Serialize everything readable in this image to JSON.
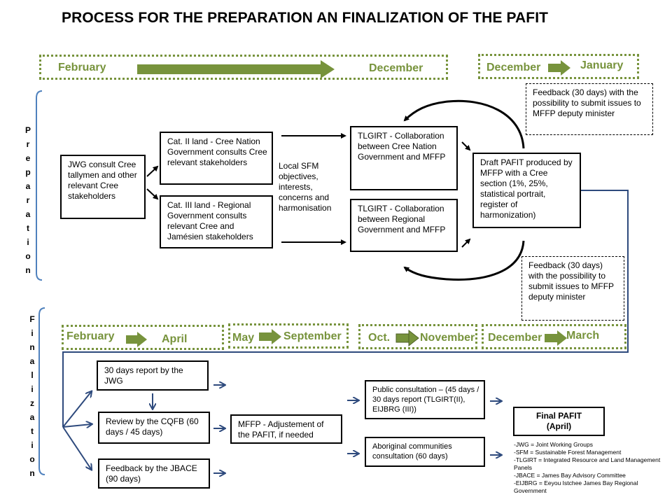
{
  "title": "PROCESS FOR THE PREPARATION AN FINALIZATION OF THE PAFIT",
  "timeline": {
    "prep_start": "February",
    "prep_end": "December",
    "fb_start": "December",
    "fb_end": "January",
    "fin1_start": "February",
    "fin1_end": "April",
    "fin2_start": "May",
    "fin2_end": "September",
    "fin3_start": "Oct.",
    "fin3_end": "November",
    "fin4_start": "December",
    "fin4_end": "March"
  },
  "side_labels": {
    "preparation": [
      "P",
      "r",
      "e",
      "p",
      "a",
      "r",
      "a",
      "t",
      "i",
      "o",
      "n"
    ],
    "finalization": [
      "F",
      "i",
      "n",
      "a",
      "l",
      "i",
      "z",
      "a",
      "t",
      "i",
      "o",
      "n"
    ]
  },
  "boxes": {
    "jwg": "JWG consult Cree tallymen and other relevant Cree stakeholders",
    "cat2": "Cat. II land - Cree Nation Government consults Cree relevant stakeholders",
    "cat3": "Cat. III land - Regional Government consults relevant Cree and Jamésien stakeholders",
    "local_sfm": "Local SFM objectives, interests, concerns and harmonisation",
    "tlgirt_cree": "TLGIRT - Collaboration between Cree Nation Government and MFFP",
    "tlgirt_regional": "TLGIRT - Collaboration between Regional Government and MFFP",
    "draft": "Draft PAFIT produced by MFFP with a Cree section (1%, 25%, statistical portrait, register of harmonization)",
    "feedback_top": "Feedback (30 days) with the possibility to submit issues to MFFP deputy minister",
    "feedback_bottom": "Feedback (30 days) with the possibility to submit issues to MFFP deputy minister",
    "report_jwg": "30 days report by the JWG",
    "review_cqfb": "Review by the CQFB (60 days / 45 days)",
    "feedback_jbace": "Feedback by the JBACE (90 days)",
    "mffp_adjust": "MFFP - Adjustement of the PAFIT, if needed",
    "public_consult": "Public consultation – (45 days / 30 days report (TLGIRT(II), EIJBRG (III))",
    "aboriginal": "Aboriginal communities consultation (60 days)",
    "final_line1": "Final PAFIT",
    "final_line2": "(April)"
  },
  "legend": [
    "-JWG = Joint Working Groups",
    "-SFM = Sustainable Forest Management",
    "-TLGIRT = Integrated Resource and Land Management Panels",
    "-JBACE = James Bay Advisory Committee",
    "-EIJBRG = Eeyou Istchee James Bay Regional Government"
  ],
  "colors": {
    "green": "#77933c",
    "arrow_green": "#77933c",
    "navy": "#2e4a7d",
    "bracket_blue": "#4f81bd"
  }
}
